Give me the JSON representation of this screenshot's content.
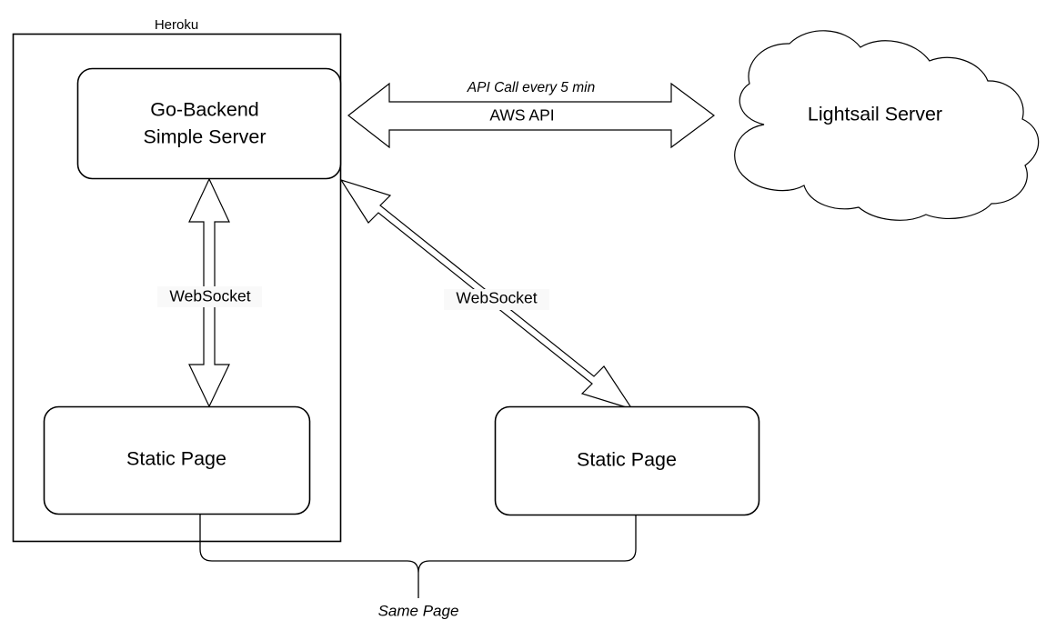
{
  "diagram": {
    "title": "Heroku / Lightsail architecture diagram",
    "background": "#ffffff",
    "stroke_color": "#000000",
    "fill_color": "#ffffff",
    "containers": [
      {
        "id": "heroku",
        "label": "Heroku",
        "shape": "rectangle",
        "label_position": "top-center-outside"
      }
    ],
    "nodes": [
      {
        "id": "go-backend",
        "shape": "rounded-rectangle",
        "line1": "Go-Backend",
        "line2": "Simple Server",
        "parent": "heroku"
      },
      {
        "id": "lightsail",
        "shape": "cloud",
        "label": "Lightsail Server",
        "parent": null
      },
      {
        "id": "static-page-left",
        "shape": "rounded-rectangle",
        "label": "Static Page",
        "parent": "heroku"
      },
      {
        "id": "static-page-right",
        "shape": "rounded-rectangle",
        "label": "Static Page",
        "parent": null
      }
    ],
    "edges": [
      {
        "id": "aws-api-edge",
        "from": "go-backend",
        "to": "lightsail",
        "style": "double-headed-block-arrow",
        "label_top": "API Call every 5 min",
        "label_top_style": "italic",
        "label_bottom": "AWS API",
        "label_bottom_style": "regular"
      },
      {
        "id": "websocket-edge-left",
        "from": "go-backend",
        "to": "static-page-left",
        "style": "double-headed-block-arrow-vertical",
        "label": "WebSocket"
      },
      {
        "id": "websocket-edge-right",
        "from": "go-backend",
        "to": "static-page-right",
        "style": "double-headed-block-arrow-diagonal",
        "label": "WebSocket"
      },
      {
        "id": "same-page-bracket",
        "from": "static-page-left",
        "to": "static-page-right",
        "style": "curly-brace-connector",
        "label": "Same Page",
        "label_style": "italic"
      }
    ]
  }
}
